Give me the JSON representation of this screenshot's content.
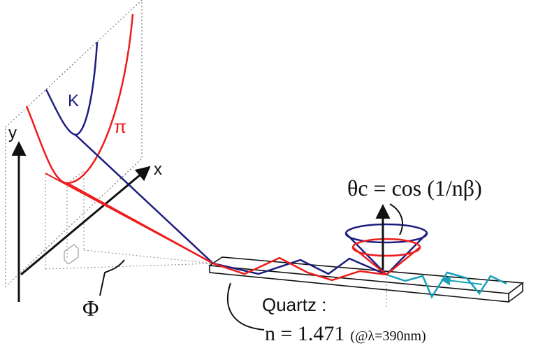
{
  "colors": {
    "kaon": "#1c1c80",
    "pion": "#ee1c1c",
    "reflected": "#18a0b8",
    "outline": "#111111",
    "guide": "#888888"
  },
  "labels": {
    "y_axis": "y",
    "x_axis": "x",
    "kaon": "K",
    "pion": "π",
    "phi": "Φ",
    "cherenkov_angle": "θc = cos (1/nβ)",
    "material": "Quartz :",
    "refractive_index": "n = 1.471",
    "wavelength_note": "(@λ=390nm)"
  },
  "icons": [
    "arrow-up-icon",
    "arrow-left-icon"
  ]
}
